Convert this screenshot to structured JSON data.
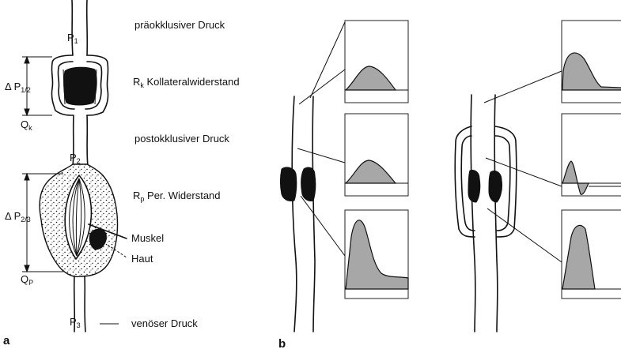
{
  "panel_a": {
    "letter": "a",
    "pressure_labels": {
      "p1": "P",
      "p1_sub": "1",
      "p2": "P",
      "p2_sub": "2",
      "p3": "P",
      "p3_sub": "3"
    },
    "delta_labels": {
      "d12": "Δ P",
      "d12_sub": "1/2",
      "d23": "Δ P",
      "d23_sub": "2/3"
    },
    "flow_labels": {
      "qk": "Q",
      "qk_sub": "k",
      "qp": "Q",
      "qp_sub": "P"
    },
    "descriptions": {
      "preocclusive": "präokklusiver Druck",
      "rk": "R",
      "rk_sub": "k",
      "rk_text": " Kollateralwiderstand",
      "postocclusive": "postokklusiver Druck",
      "rp": "R",
      "rp_sub": "p",
      "rp_text": " Per. Widerstand",
      "muskel": "Muskel",
      "haut": "Haut",
      "venous": "venöser Druck"
    }
  },
  "panel_b": {
    "letter": "b"
  },
  "colors": {
    "ink": "#111111",
    "waveform_fill": "#a7a7a7",
    "background": "#ffffff"
  }
}
